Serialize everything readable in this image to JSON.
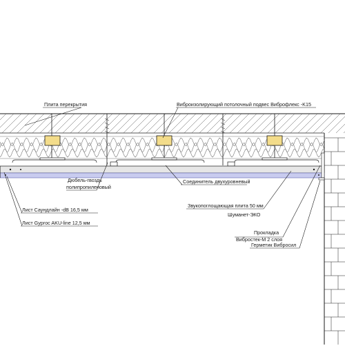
{
  "labels": {
    "slab": "Плита перекрытия",
    "hanger": "Виброизолирующий потолочный подвес Виброфлекс  -K15",
    "dowel_line1": "Дюбель-гвоздь",
    "dowel_line2": "полипропиленовый",
    "connector": "Соединитель двухуровневый",
    "absorb_line1": "Звукопоглощающая плита  50 мм",
    "absorb_line2": "Шуманет-ЭКО",
    "soundline": "Лист Саундлайн -dB 16,5 мм",
    "gyproc": "Лист Gyproc AKU-line 12,5 мм",
    "gasket_line1": "Прокладка",
    "gasket_line2": "Вибростек-М 2 слоя",
    "sealant": "Герметик Вибросил"
  },
  "colors": {
    "line": "#1a1a1a",
    "hatch": "#555555",
    "insulation": "#777777",
    "hanger_fill": "#f3dc8a",
    "board": "#c9ccef",
    "board_stroke": "#6f74b8",
    "ceiling_board": "#e6e6e6"
  }
}
